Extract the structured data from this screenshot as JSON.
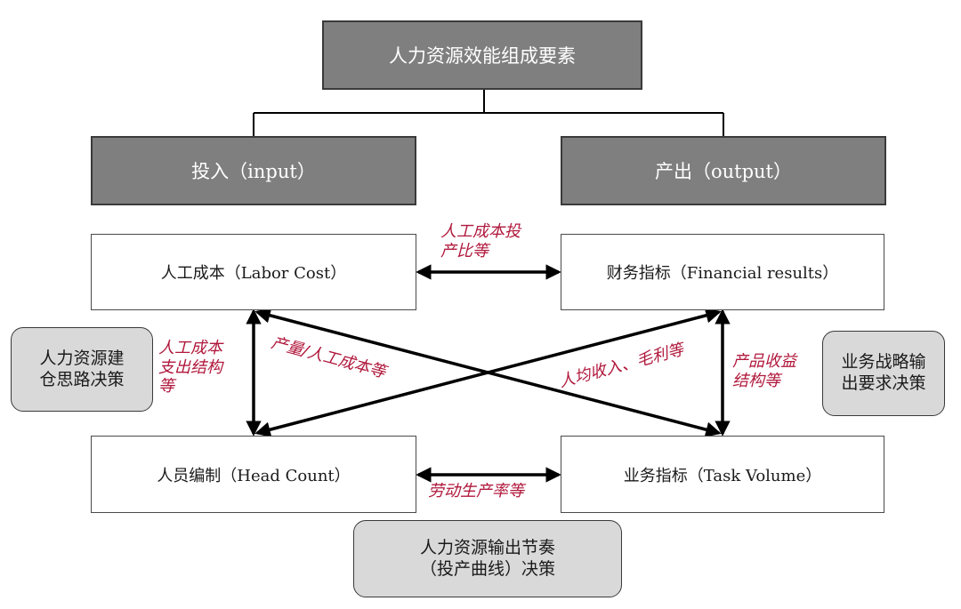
{
  "diagram": {
    "title": "人力资源效能组成要素",
    "categories": {
      "input": "投入（input）",
      "output": "产出（output）"
    },
    "nodes": {
      "labor_cost": "人工成本（Labor Cost）",
      "financial_results": "财务指标（Financial results）",
      "head_count": "人员编制（Head Count）",
      "task_volume": "业务指标（Task Volume）"
    },
    "relations": {
      "labor_cost_financial": [
        "人工成本投",
        "产比等"
      ],
      "labor_cost_head_count": [
        "人工成本",
        "支出结构",
        "等"
      ],
      "financial_task_volume": [
        "产品收益",
        "结构等"
      ],
      "head_count_task_volume": "劳动生产率等",
      "labor_cost_task_volume": "产量/人工成本等",
      "head_count_financial": "人均收入、毛利等"
    },
    "decisions": {
      "left": [
        "人力资源建",
        "仓思路决策"
      ],
      "right": [
        "业务战略输",
        "出要求决策"
      ],
      "bottom": [
        "人力资源输出节奏",
        "（投产曲线）决策"
      ]
    },
    "colors": {
      "header_fill": "#7f7f7f",
      "decision_fill": "#d9d9d9",
      "relation_text": "#b0183c",
      "line": "#000000"
    }
  }
}
